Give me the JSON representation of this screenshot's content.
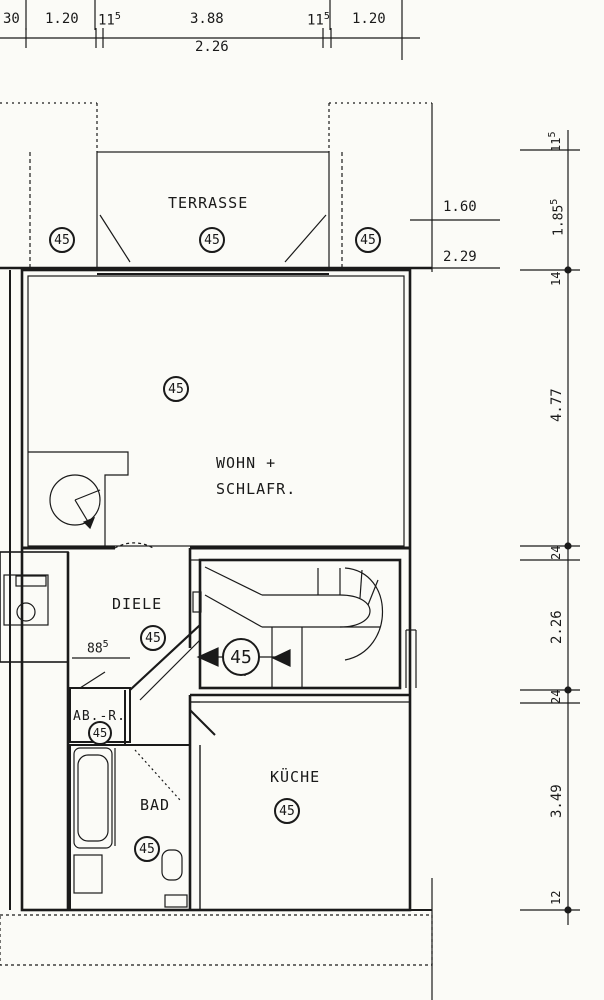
{
  "top_dimensions": {
    "d1": "30",
    "d2": "1.20",
    "d3": "11",
    "d3_sup": "5",
    "d4": "3.88",
    "d5": "11",
    "d5_sup": "5",
    "d6": "1.20",
    "sub": "2.26"
  },
  "rooms": {
    "terrasse": {
      "label": "TERRASSE",
      "badge": "45"
    },
    "left_terrace_badge": "45",
    "right_terrace_badge": "45",
    "wohn": {
      "label_line1": "WOHN +",
      "label_line2": "SCHLAFR.",
      "badge": "45"
    },
    "diele": {
      "label": "DIELE",
      "badge": "45"
    },
    "stair_badge": "45",
    "abr": {
      "label": "AB.-R.",
      "badge": "45"
    },
    "bad": {
      "label": "BAD",
      "badge": "45"
    },
    "kueche": {
      "label": "KÜCHE",
      "badge": "45"
    }
  },
  "inner_dimensions": {
    "terrace_depth": "1.60",
    "terrace_depth_outer": "2.29",
    "diele_width": "88",
    "diele_width_sup": "5"
  },
  "right_dimensions": {
    "r1": "11",
    "r1_sup": "5",
    "r2": "1.85",
    "r2_sup": "5",
    "r3": "14",
    "r4": "4.77",
    "r5": "24",
    "r6": "2.26",
    "r7": "24",
    "r8": "3.49",
    "r9": "12"
  }
}
